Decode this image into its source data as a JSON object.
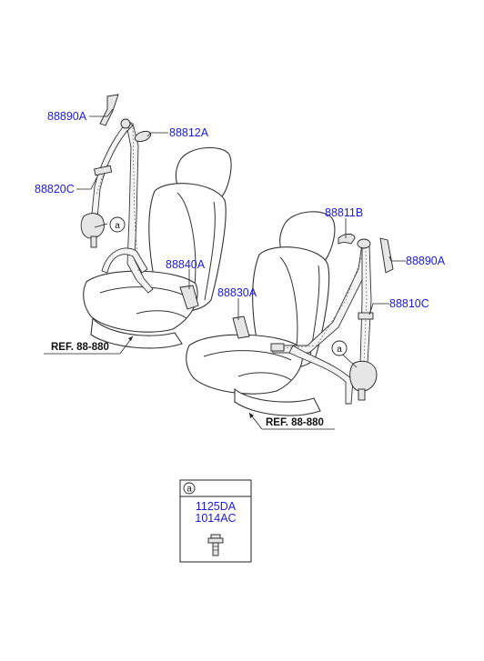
{
  "labels": {
    "p88890a_left": "88890A",
    "p88812a": "88812A",
    "p88820c": "88820C",
    "p88840a": "88840A",
    "p88830a": "88830A",
    "p88811b": "88811B",
    "p88890a_right": "88890A",
    "p88810c": "88810C"
  },
  "refs": {
    "left": "REF. 88-880",
    "right": "REF. 88-880"
  },
  "callout": {
    "marker": "a",
    "part1": "1125DA",
    "part2": "1014AC"
  },
  "colors": {
    "part_number": "#1a1adc",
    "line": "#333333"
  }
}
